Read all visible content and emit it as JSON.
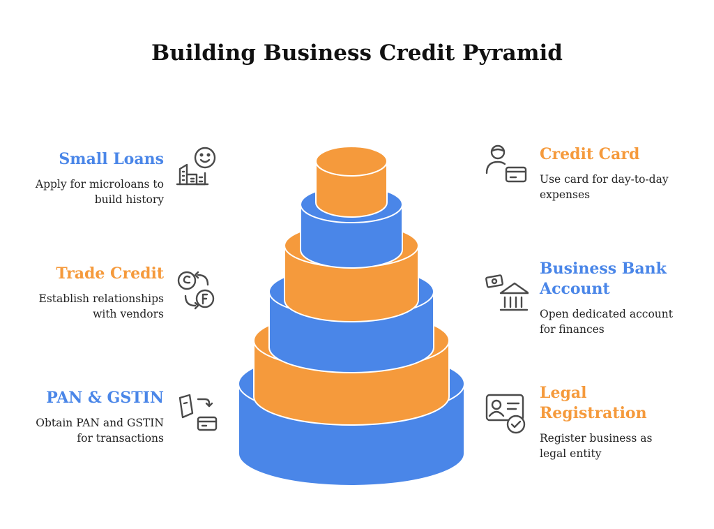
{
  "title": "Building Business Credit Pyramid",
  "colors": {
    "blue": "#4a86e8",
    "orange": "#f59a3c",
    "icon_stroke": "#4a4a4a"
  },
  "left_items": [
    {
      "title": "Small Loans",
      "description_lines": [
        "Apply for microloans to",
        "build history"
      ],
      "color": "#4a86e8",
      "icon": "building-smiley-icon"
    },
    {
      "title": "Trade Credit",
      "description_lines": [
        "Establish relationships",
        "with vendors"
      ],
      "color": "#f59a3c",
      "icon": "currency-exchange-icon"
    },
    {
      "title": "PAN & GSTIN",
      "description_lines": [
        "Obtain PAN and GSTIN",
        "for transactions"
      ],
      "color": "#4a86e8",
      "icon": "document-card-icon"
    }
  ],
  "right_items": [
    {
      "title_lines": [
        "Credit Card"
      ],
      "description_lines": [
        "Use card for day-to-day",
        "expenses"
      ],
      "color": "#f59a3c",
      "icon": "person-card-icon"
    },
    {
      "title_lines": [
        "Business Bank",
        "Account"
      ],
      "description_lines": [
        "Open dedicated account",
        "for finances"
      ],
      "color": "#4a86e8",
      "icon": "bank-cash-icon"
    },
    {
      "title_lines": [
        "Legal",
        "Registration"
      ],
      "description_lines": [
        "Register business as",
        "legal entity"
      ],
      "color": "#f59a3c",
      "icon": "id-check-icon"
    }
  ],
  "pyramid_tiers": [
    {
      "color": "#f59a3c"
    },
    {
      "color": "#4a86e8"
    },
    {
      "color": "#f59a3c"
    },
    {
      "color": "#4a86e8"
    },
    {
      "color": "#f59a3c"
    },
    {
      "color": "#4a86e8"
    }
  ]
}
